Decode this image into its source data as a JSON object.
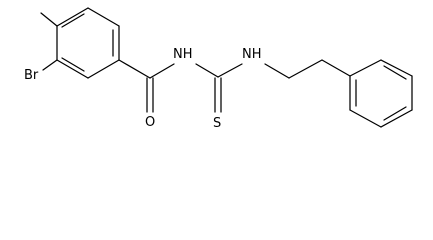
{
  "molecule": {
    "atom_labels": {
      "bromine": "Br",
      "carbonyl_oxygen": "O",
      "nh_amide": "NH",
      "thione_sulfur": "S",
      "nh_ethyl": "NH"
    }
  }
}
